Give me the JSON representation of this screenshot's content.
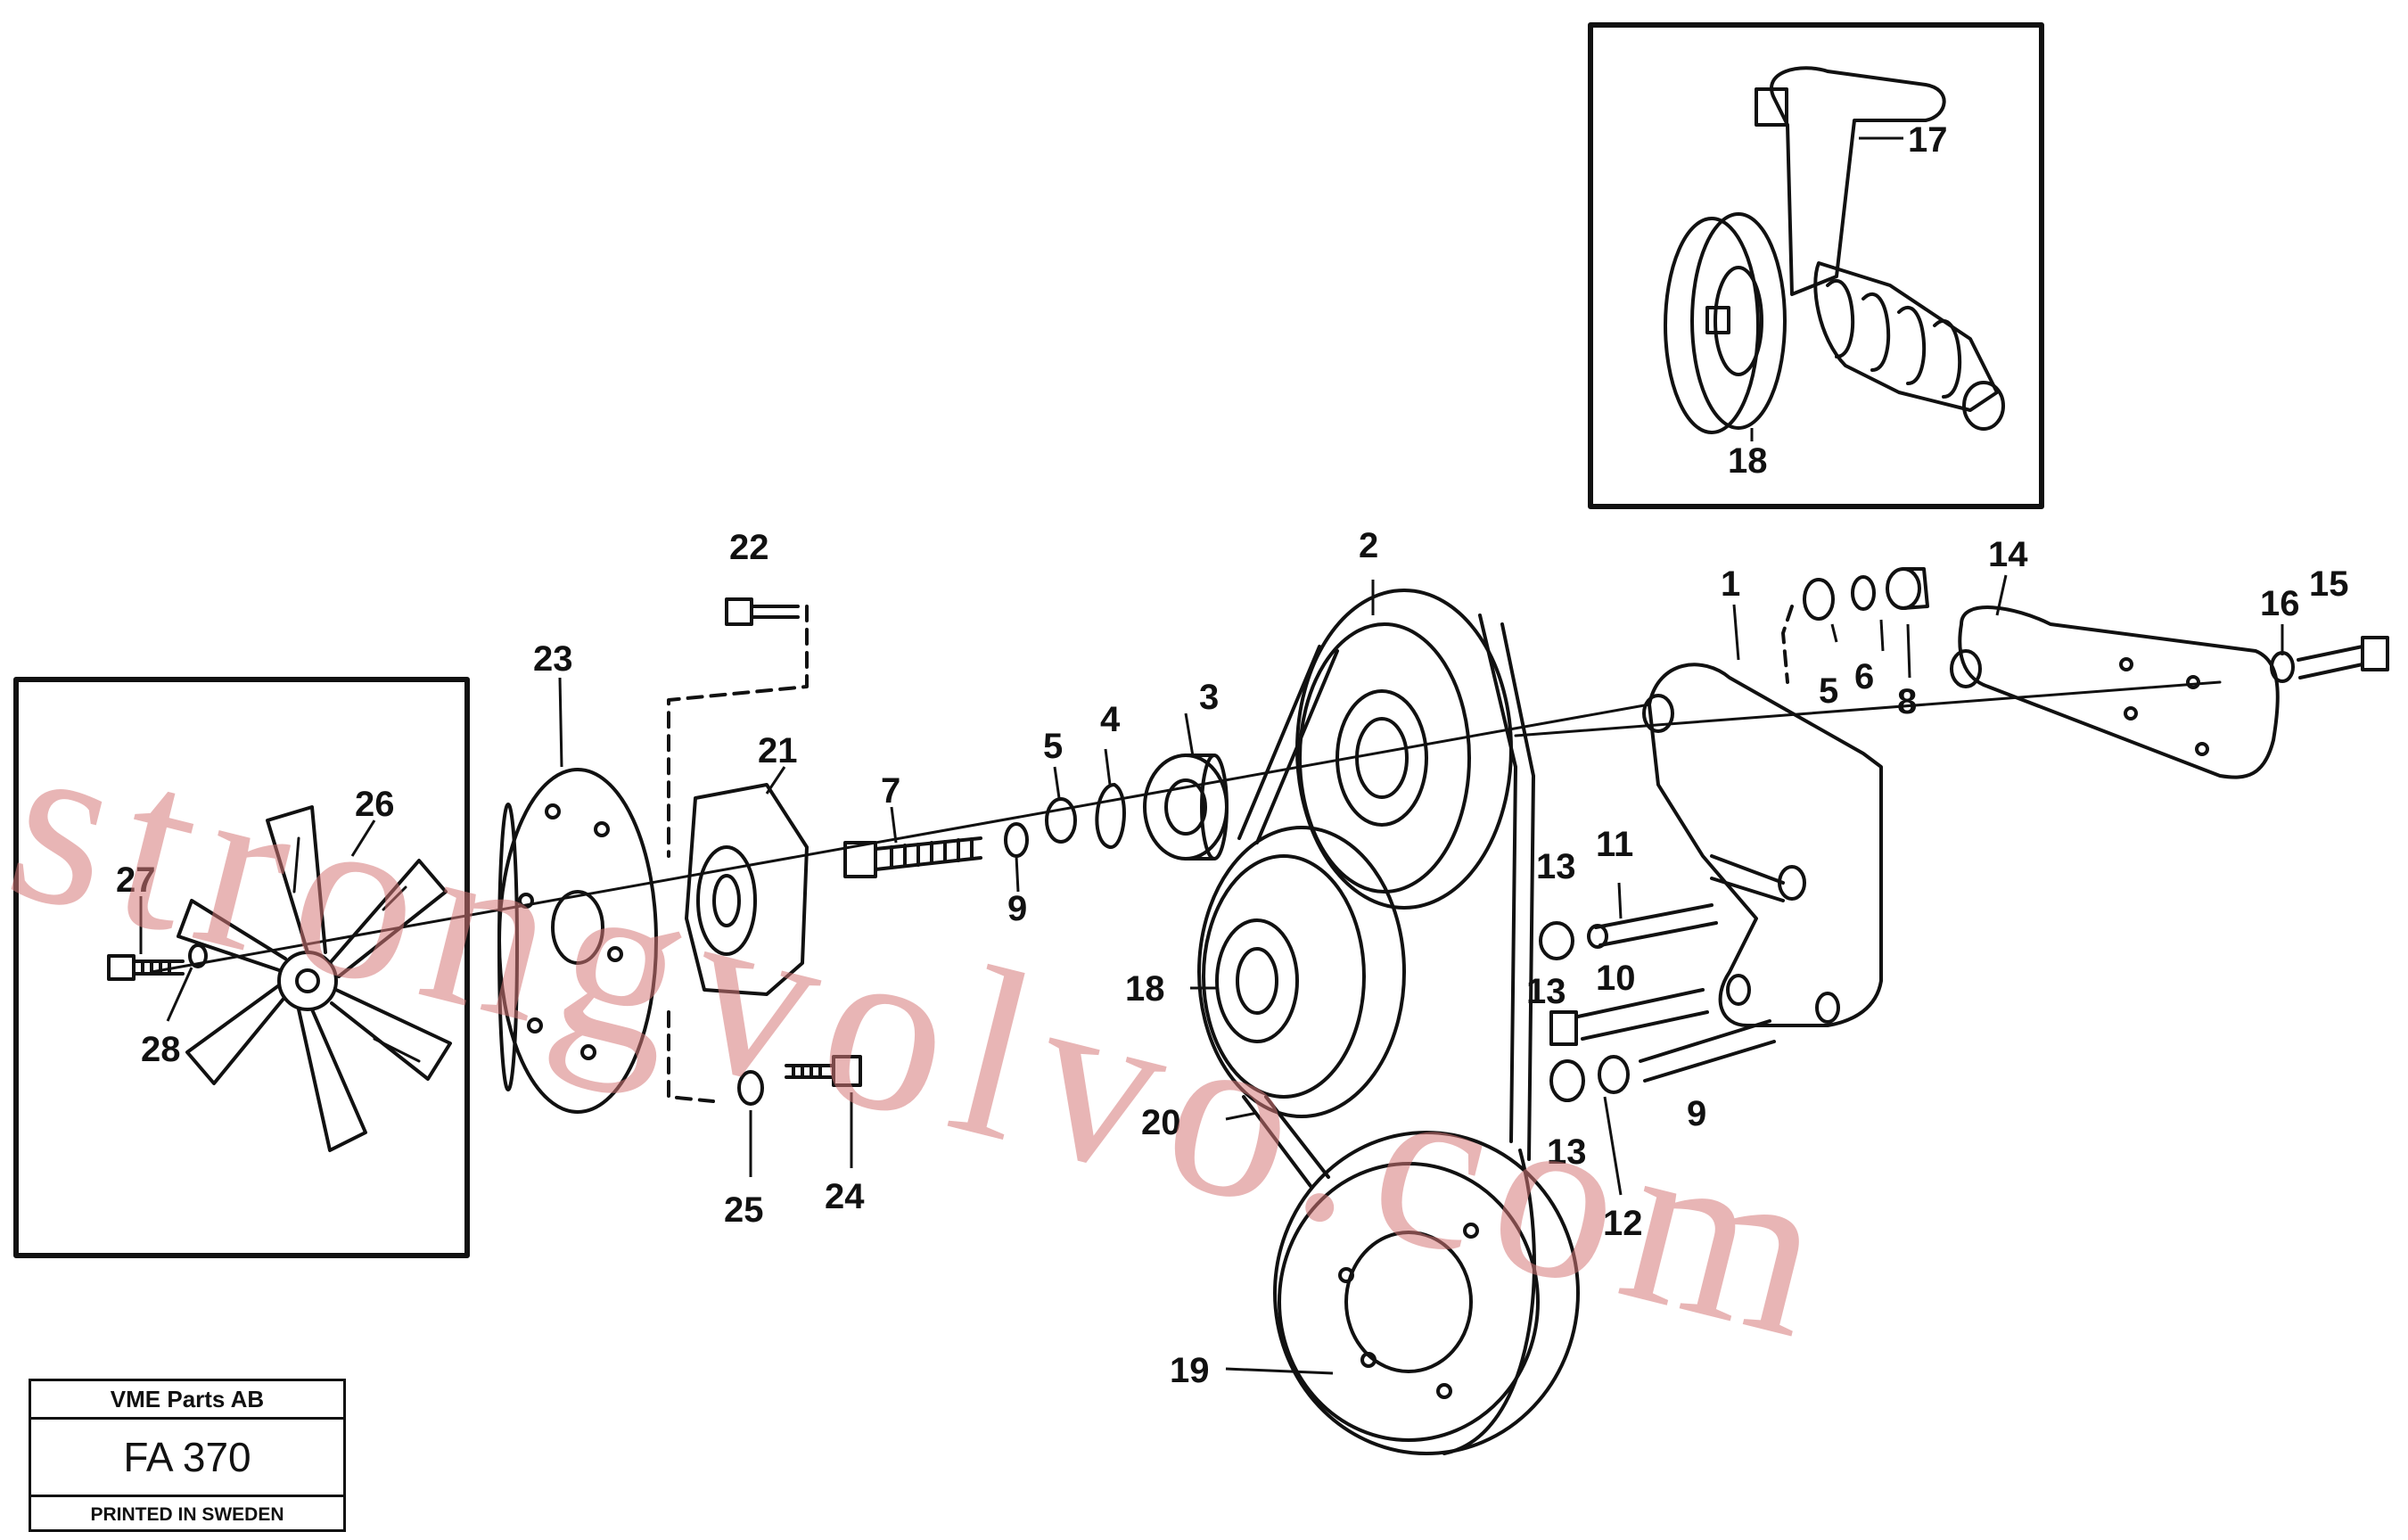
{
  "title_block": {
    "company": "VME Parts AB",
    "code": "FA 370",
    "printed": "PRINTED IN SWEDEN"
  },
  "watermark": "strongvolvo.com",
  "callouts": {
    "n1": "1",
    "n2": "2",
    "n3": "3",
    "n4": "4",
    "n5a": "5",
    "n5b": "5",
    "n6": "6",
    "n7": "7",
    "n8": "8",
    "n9a": "9",
    "n9b": "9",
    "n10": "10",
    "n11": "11",
    "n12": "12",
    "n13a": "13",
    "n13b": "13",
    "n13c": "13",
    "n14": "14",
    "n15": "15",
    "n16": "16",
    "n17": "17",
    "n18a": "18",
    "n18b": "18",
    "n19": "19",
    "n20": "20",
    "n21": "21",
    "n22": "22",
    "n23": "23",
    "n24": "24",
    "n25": "25",
    "n26": "26",
    "n27": "27",
    "n28": "28"
  }
}
